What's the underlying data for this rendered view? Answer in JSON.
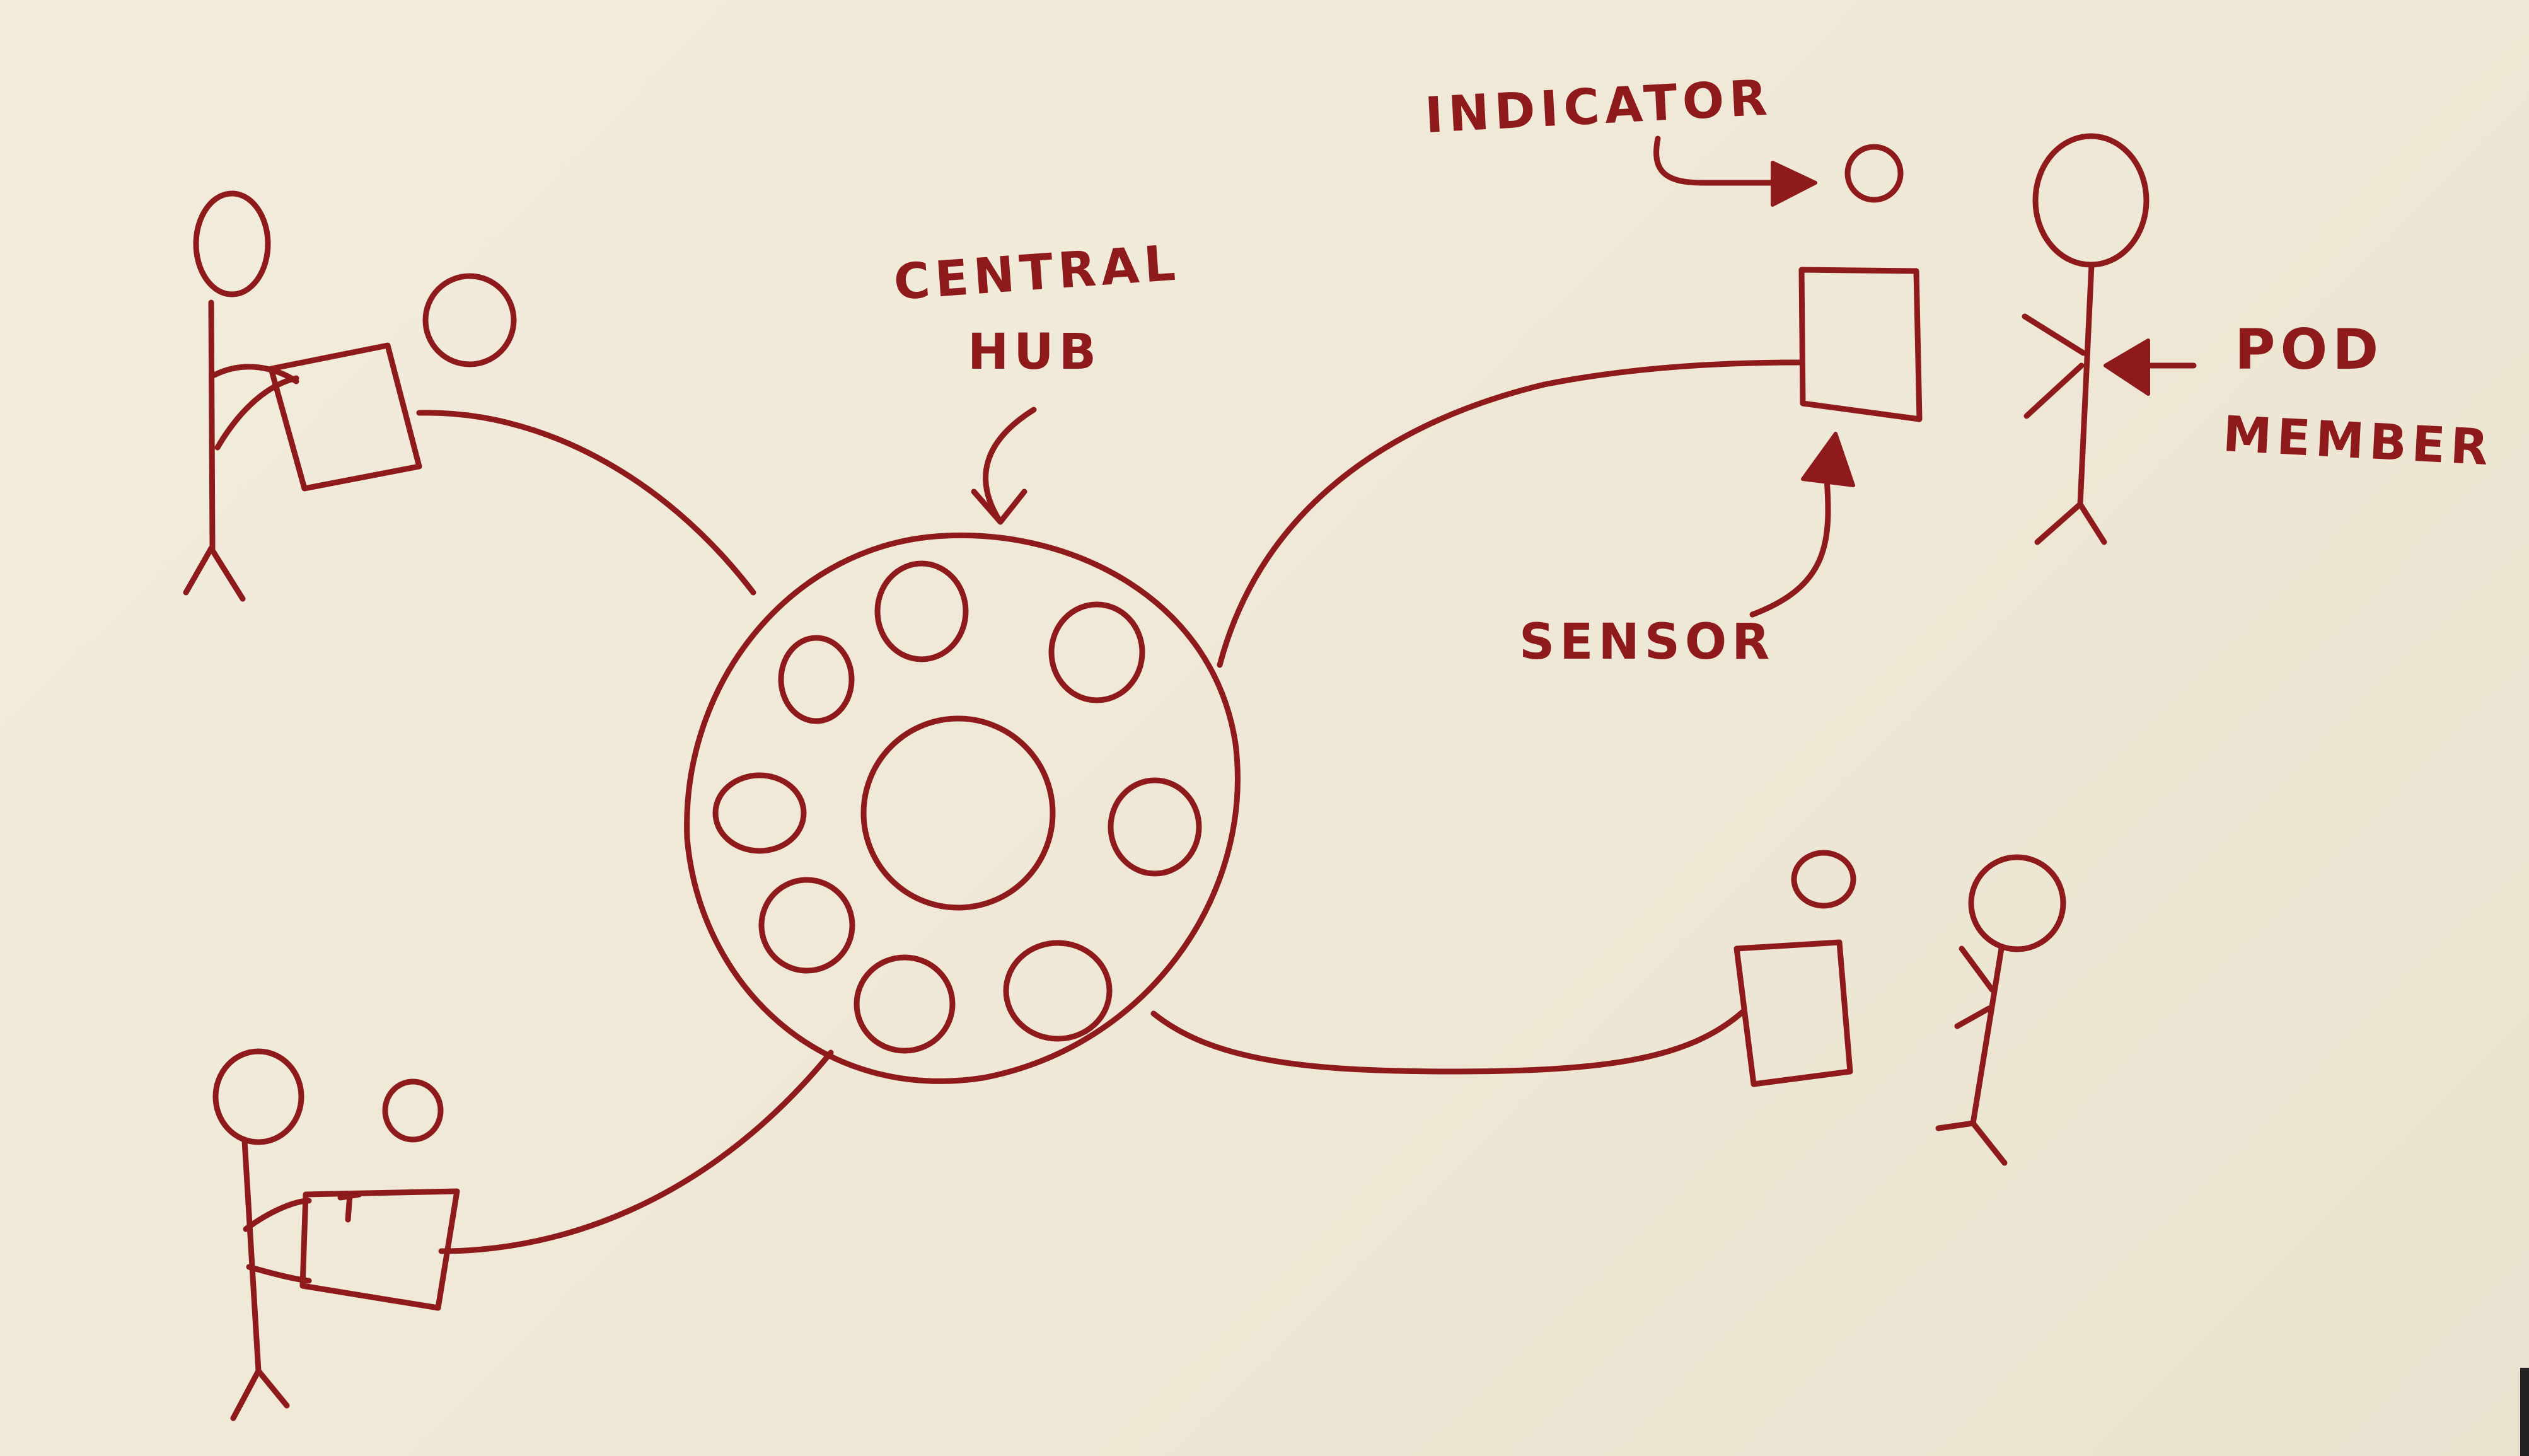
{
  "diagram": {
    "labels": {
      "central_hub_line1": "CENTRAL",
      "central_hub_line2": "HUB",
      "indicator": "INDICATOR",
      "sensor": "SENSOR",
      "pod_line1": "POD",
      "pod_line2": "MEMBER"
    },
    "nodes": [
      {
        "name": "central-hub"
      },
      {
        "name": "pod-top-left"
      },
      {
        "name": "pod-bottom-left"
      },
      {
        "name": "pod-top-right"
      },
      {
        "name": "pod-bottom-right"
      }
    ]
  },
  "colors": {
    "ink": "#8e1a1c",
    "paper": "#efe9d8"
  }
}
